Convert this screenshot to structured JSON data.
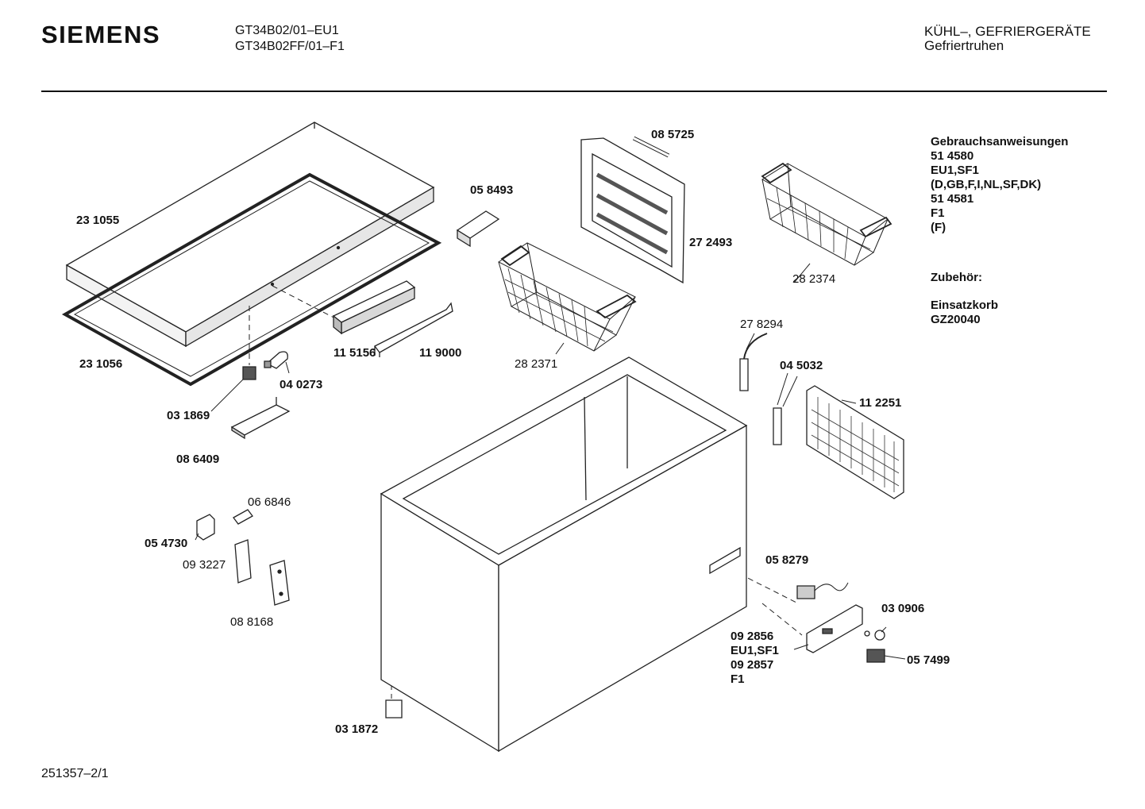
{
  "header": {
    "brand": "SIEMENS",
    "models": [
      "GT34B02/01–EU1",
      "GT34B02FF/01–F1"
    ],
    "category": "KÜHL–, GEFRIERGERÄTE",
    "subcategory": "Gefriertruhen"
  },
  "parts": [
    {
      "label": "23 1055",
      "bold": true
    },
    {
      "label": "23 1056",
      "bold": true
    },
    {
      "label": "11 5156",
      "bold": true
    },
    {
      "label": "11 9000",
      "bold": true
    },
    {
      "label": "04 0273",
      "bold": true
    },
    {
      "label": "03 1869",
      "bold": true
    },
    {
      "label": "08 6409",
      "bold": true
    },
    {
      "label": "05 8493",
      "bold": true
    },
    {
      "label": "08 5725",
      "bold": true
    },
    {
      "label": "27 2493",
      "bold": true
    },
    {
      "label": "28 2371",
      "bold": false
    },
    {
      "label": "28 2374",
      "bold": false
    },
    {
      "label": "27 8294",
      "bold": false
    },
    {
      "label": "04 5032",
      "bold": true
    },
    {
      "label": "11 2251",
      "bold": true
    },
    {
      "label": "06 6846",
      "bold": false
    },
    {
      "label": "05 4730",
      "bold": true
    },
    {
      "label": "09 3227",
      "bold": false
    },
    {
      "label": "08 8168",
      "bold": false
    },
    {
      "label": "05 8279",
      "bold": true
    },
    {
      "label": "03 0906",
      "bold": true
    },
    {
      "label": "09 2856",
      "bold": true
    },
    {
      "label": "EU1,SF1",
      "bold": true
    },
    {
      "label": "09 2857",
      "bold": true
    },
    {
      "label": "F1",
      "bold": true
    },
    {
      "label": "05 7499",
      "bold": true
    },
    {
      "label": "03 1872",
      "bold": true
    }
  ],
  "sidebar": {
    "instructions_heading": "Gebrauchsanweisungen",
    "instructions": [
      "51 4580",
      "EU1,SF1",
      "(D,GB,F,I,NL,SF,DK)",
      "51 4581",
      "F1",
      "(F)"
    ],
    "accessories_heading": "Zubehör:",
    "accessory_name": "Einsatzkorb",
    "accessory_code": "GZ20040"
  },
  "footer": {
    "doc_number": "251357–2/1"
  }
}
